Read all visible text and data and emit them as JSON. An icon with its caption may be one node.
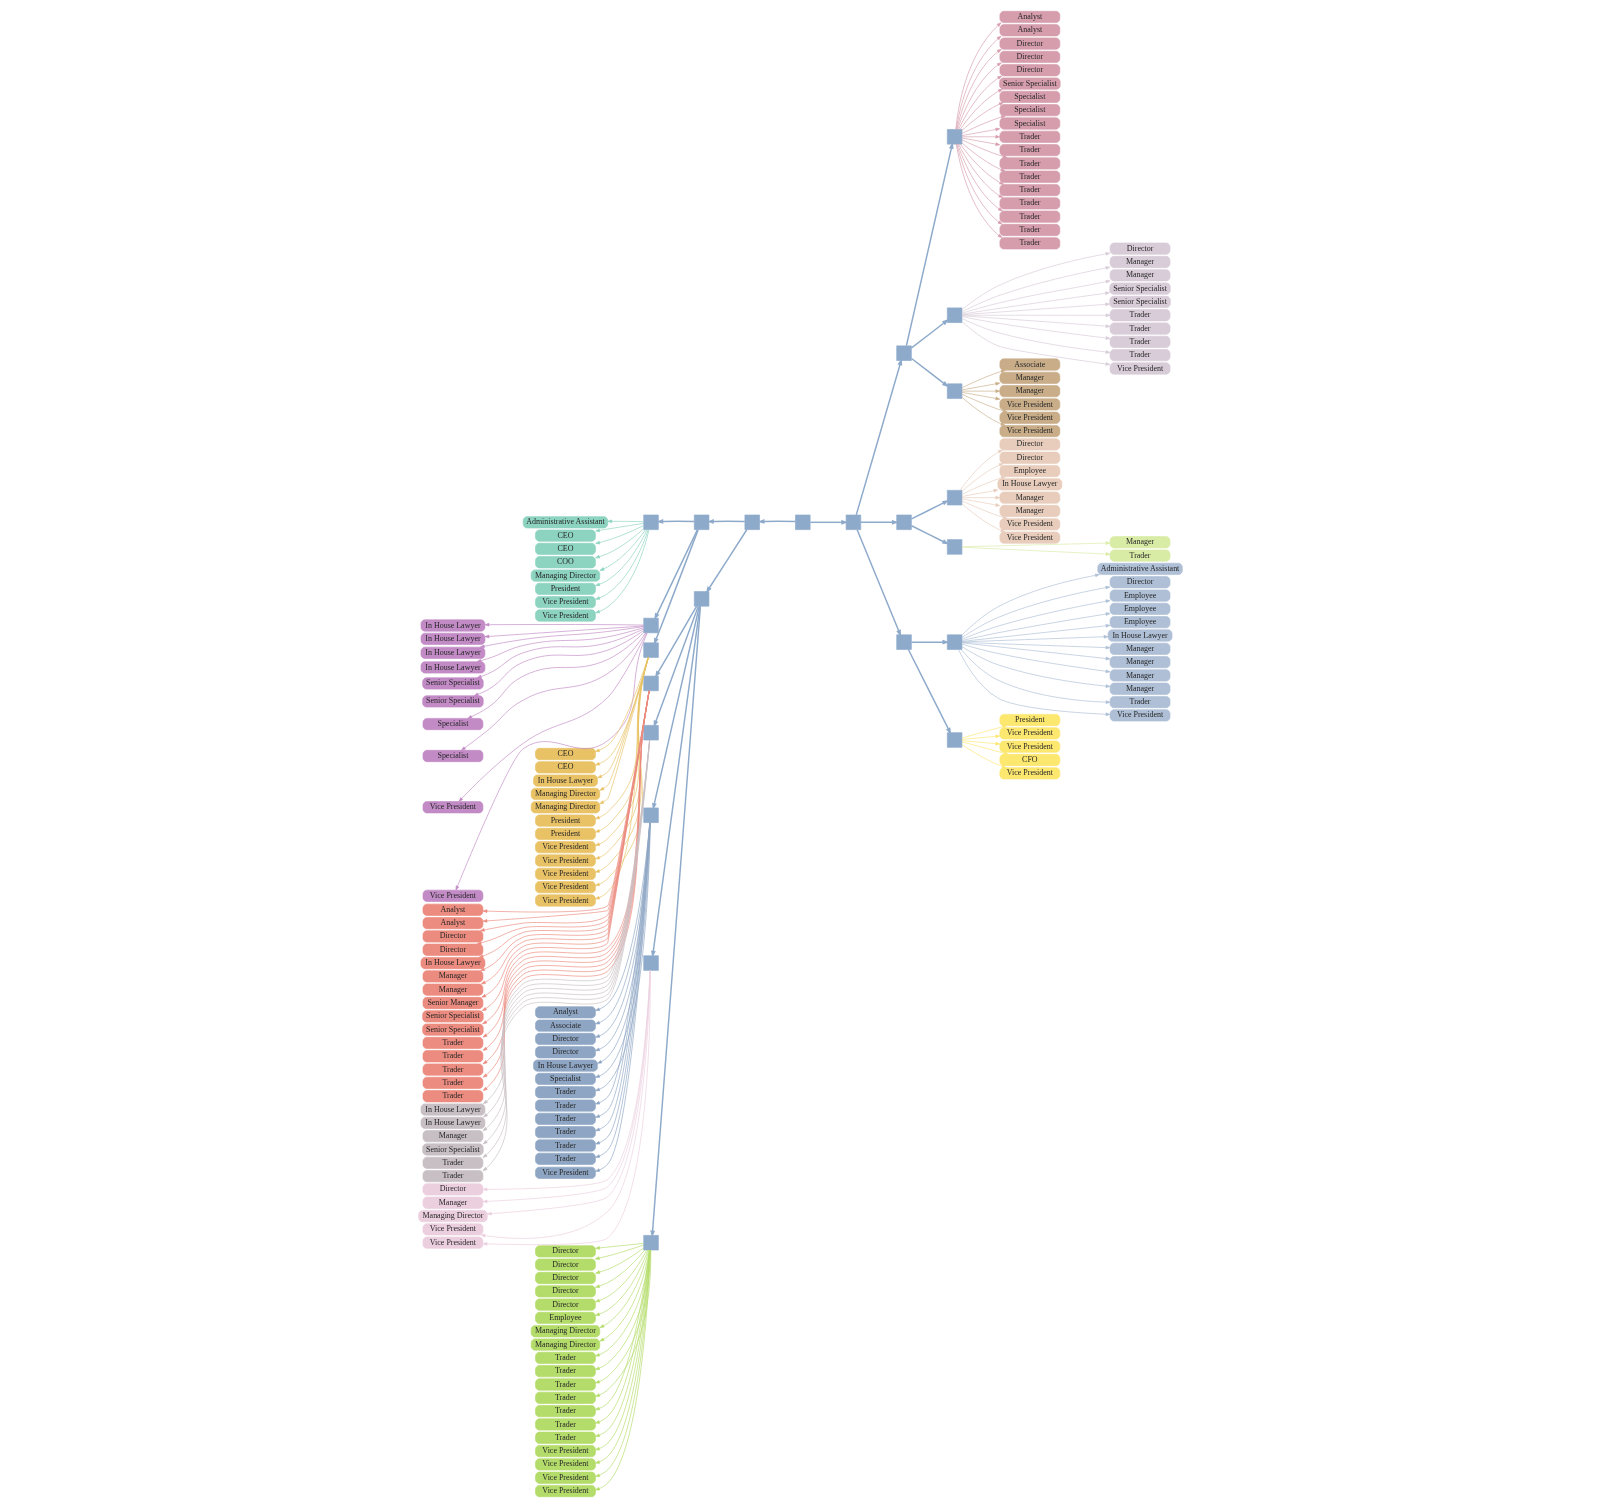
{
  "diagram": {
    "nodes": [
      {
        "text": [
          "Analyst"
        ]
      },
      {
        "text": [
          "Analyst"
        ]
      },
      {
        "text": [
          "Director"
        ]
      },
      {
        "text": [
          "Director"
        ]
      },
      {
        "text": [
          "Director"
        ]
      },
      {
        "text": [
          "Senior Specialist"
        ]
      },
      {
        "text": [
          "Specialist"
        ]
      },
      {
        "text": [
          "Specialist"
        ]
      },
      {
        "text": [
          "Specialist"
        ]
      },
      {
        "text": [
          "Trader"
        ]
      },
      {
        "text": [
          "Trader"
        ]
      },
      {
        "text": [
          "Trader"
        ]
      },
      {
        "text": [
          "Trader"
        ]
      },
      {
        "text": [
          "Trader"
        ]
      },
      {
        "text": [
          "Trader"
        ]
      },
      {
        "text": [
          "Trader"
        ]
      },
      {
        "text": [
          "Trader"
        ]
      },
      {
        "text": [
          "Trader"
        ]
      },
      {
        "text": [
          "Director"
        ]
      },
      {
        "text": [
          "Manager"
        ]
      },
      {
        "text": [
          "Manager"
        ]
      },
      {
        "text": [
          "Senior Specialist"
        ]
      },
      {
        "text": [
          "Senior Specialist"
        ]
      },
      {
        "text": [
          "Trader"
        ]
      },
      {
        "text": [
          "Trader"
        ]
      },
      {
        "text": [
          "Trader"
        ]
      },
      {
        "text": [
          "Trader"
        ]
      },
      {
        "text": [
          "Vice President"
        ]
      },
      {
        "text": [
          "Associate"
        ]
      },
      {
        "text": [
          "Manager"
        ]
      },
      {
        "text": [
          "Manager"
        ]
      },
      {
        "text": [
          "Vice President"
        ]
      },
      {
        "text": [
          "Vice President"
        ]
      },
      {
        "text": [
          "Vice President"
        ]
      },
      {
        "text": [
          "Administrative Assistant"
        ]
      },
      {
        "text": [
          "Director"
        ]
      },
      {
        "text": [
          "Employee"
        ]
      },
      {
        "text": [
          "Employee"
        ]
      },
      {
        "text": [
          "Employee"
        ]
      },
      {
        "text": [
          "In House Lawyer"
        ]
      },
      {
        "text": [
          "Manager"
        ]
      },
      {
        "text": [
          "Manager"
        ]
      },
      {
        "text": [
          "Manager"
        ]
      },
      {
        "text": [
          "Manager"
        ]
      },
      {
        "text": [
          "Trader"
        ]
      },
      {
        "text": [
          "Vice President"
        ]
      },
      {
        "text": [
          "President"
        ]
      },
      {
        "text": [
          "Vice President"
        ]
      },
      {
        "text": [
          "Vice President"
        ]
      },
      {
        "text": [
          "CFO"
        ]
      },
      {
        "text": [
          "Vice President"
        ]
      },
      {
        "text": [
          "Administrative Assistant"
        ]
      },
      {
        "text": [
          "CEO"
        ]
      },
      {
        "text": [
          "CEO"
        ]
      },
      {
        "text": [
          "COO"
        ]
      },
      {
        "text": [
          "Managing Director"
        ]
      },
      {
        "text": [
          "President"
        ]
      },
      {
        "text": [
          "Vice President"
        ]
      },
      {
        "text": [
          "Vice President"
        ]
      },
      {
        "text": [
          "In House Lawyer"
        ]
      },
      {
        "text": [
          "In House Lawyer"
        ]
      },
      {
        "text": [
          "In House Lawyer"
        ]
      },
      {
        "text": [
          "In House Lawyer"
        ]
      },
      {
        "text": [
          "Senior Specialist"
        ]
      },
      {
        "text": [
          "Senior Specialist"
        ]
      },
      {
        "text": [
          "Specialist"
        ]
      },
      {
        "text": [
          "Specialist"
        ]
      },
      {
        "text": [
          "Vice President"
        ]
      },
      {
        "text": [
          "Vice President"
        ]
      },
      {
        "text": [
          "CEO"
        ]
      },
      {
        "text": [
          "CEO"
        ]
      },
      {
        "text": [
          "In House Lawyer"
        ]
      },
      {
        "text": [
          "Managing Director"
        ]
      },
      {
        "text": [
          "Managing Director"
        ]
      },
      {
        "text": [
          "President"
        ]
      },
      {
        "text": [
          "President"
        ]
      },
      {
        "text": [
          "Vice President"
        ]
      },
      {
        "text": [
          "Vice President"
        ]
      },
      {
        "text": [
          "Vice President"
        ]
      },
      {
        "text": [
          "Vice President"
        ]
      },
      {
        "text": [
          "Vice President"
        ]
      },
      {
        "text": [
          "Analyst"
        ]
      },
      {
        "text": [
          "Analyst"
        ]
      },
      {
        "text": [
          "Director"
        ]
      },
      {
        "text": [
          "Director"
        ]
      },
      {
        "text": [
          "In House Lawyer"
        ]
      },
      {
        "text": [
          "Manager"
        ]
      },
      {
        "text": [
          "Manager"
        ]
      },
      {
        "text": [
          "Senior Manager"
        ]
      },
      {
        "text": [
          "Senior Specialist"
        ]
      },
      {
        "text": [
          "Senior Specialist"
        ]
      },
      {
        "text": [
          "Trader"
        ]
      },
      {
        "text": [
          "Trader"
        ]
      },
      {
        "text": [
          "Trader"
        ]
      },
      {
        "text": [
          "Trader"
        ]
      },
      {
        "text": [
          "Trader"
        ]
      },
      {
        "text": [
          "In House Lawyer"
        ]
      },
      {
        "text": [
          "In House Lawyer"
        ]
      },
      {
        "text": [
          "Manager"
        ]
      },
      {
        "text": [
          "Senior Specialist"
        ]
      },
      {
        "text": [
          "Trader"
        ]
      },
      {
        "text": [
          "Trader"
        ]
      },
      {
        "text": [
          "Analyst"
        ]
      },
      {
        "text": [
          "Associate"
        ]
      },
      {
        "text": [
          "Director"
        ]
      },
      {
        "text": [
          "Director"
        ]
      },
      {
        "text": [
          "In House Lawyer"
        ]
      },
      {
        "text": [
          "Specialist"
        ]
      },
      {
        "text": [
          "Trader"
        ]
      },
      {
        "text": [
          "Trader"
        ]
      },
      {
        "text": [
          "Trader"
        ]
      },
      {
        "text": [
          "Trader"
        ]
      },
      {
        "text": [
          "Trader"
        ]
      },
      {
        "text": [
          "Trader"
        ]
      },
      {
        "text": [
          "Vice President"
        ]
      },
      {
        "text": [
          "Director"
        ]
      },
      {
        "text": [
          "Manager"
        ]
      },
      {
        "text": [
          "Managing Director"
        ]
      },
      {
        "text": [
          "Vice President"
        ]
      },
      {
        "text": [
          "Vice President"
        ]
      },
      {
        "text": [
          "Director"
        ]
      },
      {
        "text": [
          "Director"
        ]
      },
      {
        "text": [
          "Director"
        ]
      },
      {
        "text": [
          "Director"
        ]
      },
      {
        "text": [
          "Director"
        ]
      },
      {
        "text": [
          "Employee"
        ]
      },
      {
        "text": [
          "Managing Director"
        ]
      },
      {
        "text": [
          "Managing Director"
        ]
      },
      {
        "text": [
          "Trader"
        ]
      },
      {
        "text": [
          "Trader"
        ]
      },
      {
        "text": [
          "Trader"
        ]
      },
      {
        "text": [
          "Trader"
        ]
      },
      {
        "text": [
          "Trader"
        ]
      },
      {
        "text": [
          "Trader"
        ]
      },
      {
        "text": [
          "Trader"
        ]
      },
      {
        "text": [
          "Vice President"
        ]
      },
      {
        "text": [
          "Vice President"
        ]
      },
      {
        "text": [
          "Vice President"
        ]
      },
      {
        "text": [
          "Vice President"
        ]
      },
      {
        "text": [
          "Director"
        ]
      },
      {
        "text": [
          "Director"
        ]
      },
      {
        "text": [
          "Employee"
        ]
      },
      {
        "text": [
          "In House Lawyer"
        ]
      },
      {
        "text": [
          "Manager"
        ]
      },
      {
        "text": [
          "Manager"
        ]
      },
      {
        "text": [
          "Vice President"
        ]
      },
      {
        "text": [
          "Vice President"
        ]
      },
      {
        "text": [
          "Manager"
        ]
      },
      {
        "text": [
          "Trader"
        ]
      },
      {
        "text": [],
        "shape": "box"
      },
      {
        "text": [],
        "shape": "box"
      },
      {
        "text": [],
        "shape": "box"
      },
      {
        "text": [],
        "shape": "box"
      },
      {
        "text": [],
        "shape": "box"
      },
      {
        "text": [],
        "shape": "box"
      },
      {
        "text": [],
        "shape": "box"
      },
      {
        "text": [],
        "shape": "box"
      },
      {
        "text": [],
        "shape": "box"
      },
      {
        "text": [],
        "shape": "box"
      },
      {
        "text": [],
        "shape": "box"
      },
      {
        "text": [],
        "shape": "box"
      },
      {
        "text": [],
        "shape": "box"
      },
      {
        "text": [],
        "shape": "box"
      },
      {
        "text": [],
        "shape": "box"
      },
      {
        "text": [],
        "shape": "box"
      },
      {
        "text": [],
        "shape": "box"
      },
      {
        "text": [],
        "shape": "box"
      },
      {
        "text": [],
        "shape": "box"
      },
      {
        "text": [],
        "shape": "box"
      },
      {
        "text": [],
        "shape": "box"
      },
      {
        "text": [],
        "shape": "box"
      },
      {
        "text": [],
        "shape": "box"
      }
    ],
    "edges": [
      {
        "from": 149,
        "to": 150,
        "arrow": "to"
      },
      {
        "from": 149,
        "to": 151,
        "arrow": "to"
      },
      {
        "from": 150,
        "to": 152,
        "arrow": "to"
      },
      {
        "from": 150,
        "to": 153,
        "arrow": "to"
      },
      {
        "from": 150,
        "to": 154,
        "arrow": "to"
      },
      {
        "from": 152,
        "to": 157,
        "arrow": "to"
      },
      {
        "from": 152,
        "to": 158,
        "arrow": "to"
      },
      {
        "from": 152,
        "to": 159,
        "arrow": "to"
      },
      {
        "from": 153,
        "to": 171,
        "arrow": "to"
      },
      {
        "from": 153,
        "to": 170,
        "arrow": "to"
      },
      {
        "from": 154,
        "to": 160,
        "arrow": "to"
      },
      {
        "from": 154,
        "to": 161,
        "arrow": "to"
      },
      {
        "from": 151,
        "to": 155,
        "arrow": "to"
      },
      {
        "from": 151,
        "to": 156,
        "arrow": "to"
      },
      {
        "from": 155,
        "to": 162,
        "arrow": "to"
      },
      {
        "from": 155,
        "to": 163,
        "arrow": "to"
      },
      {
        "from": 155,
        "to": 164,
        "arrow": "to"
      },
      {
        "from": 156,
        "to": 168,
        "arrow": "to"
      },
      {
        "from": 156,
        "to": 167,
        "arrow": "to"
      },
      {
        "from": 156,
        "to": 166,
        "arrow": "to"
      },
      {
        "from": 156,
        "to": 165,
        "arrow": "to"
      },
      {
        "from": 156,
        "to": 169,
        "arrow": "to"
      },
      {
        "from": 157,
        "to": 0,
        "arrow": "to",
        "color": "#d69dad"
      },
      {
        "from": 157,
        "to": 1,
        "arrow": "to",
        "color": "#d69dad"
      },
      {
        "from": 157,
        "to": 2,
        "arrow": "to",
        "color": "#d69dad"
      },
      {
        "from": 157,
        "to": 3,
        "arrow": "to",
        "color": "#d69dad"
      },
      {
        "from": 157,
        "to": 4,
        "arrow": "to",
        "color": "#d69dad"
      },
      {
        "from": 157,
        "to": 5,
        "arrow": "to",
        "color": "#d69dad"
      },
      {
        "from": 157,
        "to": 6,
        "arrow": "to",
        "color": "#d69dad"
      },
      {
        "from": 157,
        "to": 7,
        "arrow": "to",
        "color": "#d69dad"
      },
      {
        "from": 157,
        "to": 8,
        "arrow": "to",
        "color": "#d69dad"
      },
      {
        "from": 157,
        "to": 9,
        "arrow": "to",
        "color": "#d69dad"
      },
      {
        "from": 157,
        "to": 10,
        "arrow": "to",
        "color": "#d69dad"
      },
      {
        "from": 157,
        "to": 11,
        "arrow": "to",
        "color": "#d69dad"
      },
      {
        "from": 157,
        "to": 12,
        "arrow": "to",
        "color": "#d69dad"
      },
      {
        "from": 157,
        "to": 13,
        "arrow": "to",
        "color": "#d69dad"
      },
      {
        "from": 157,
        "to": 14,
        "arrow": "to",
        "color": "#d69dad"
      },
      {
        "from": 157,
        "to": 15,
        "arrow": "to",
        "color": "#d69dad"
      },
      {
        "from": 157,
        "to": 16,
        "arrow": "to",
        "color": "#d69dad"
      },
      {
        "from": 157,
        "to": 17,
        "arrow": "to",
        "color": "#d69dad"
      },
      {
        "from": 158,
        "to": 18,
        "arrow": "to",
        "color": "#d8ccd8"
      },
      {
        "from": 158,
        "to": 19,
        "arrow": "to",
        "color": "#d8ccd8"
      },
      {
        "from": 158,
        "to": 20,
        "arrow": "to",
        "color": "#d8ccd8"
      },
      {
        "from": 158,
        "to": 21,
        "arrow": "to",
        "color": "#d8ccd8"
      },
      {
        "from": 158,
        "to": 22,
        "arrow": "to",
        "color": "#d8ccd8"
      },
      {
        "from": 158,
        "to": 23,
        "arrow": "to",
        "color": "#d8ccd8"
      },
      {
        "from": 158,
        "to": 24,
        "arrow": "to",
        "color": "#d8ccd8"
      },
      {
        "from": 158,
        "to": 25,
        "arrow": "to",
        "color": "#d8ccd8"
      },
      {
        "from": 158,
        "to": 26,
        "arrow": "to",
        "color": "#d8ccd8"
      },
      {
        "from": 158,
        "to": 27,
        "arrow": "to",
        "color": "#d8ccd8"
      },
      {
        "from": 159,
        "to": 28,
        "arrow": "to",
        "color": "#c9ad89"
      },
      {
        "from": 159,
        "to": 29,
        "arrow": "to",
        "color": "#c9ad89"
      },
      {
        "from": 159,
        "to": 30,
        "arrow": "to",
        "color": "#c9ad89"
      },
      {
        "from": 159,
        "to": 31,
        "arrow": "to",
        "color": "#c9ad89"
      },
      {
        "from": 159,
        "to": 32,
        "arrow": "to",
        "color": "#c9ad89"
      },
      {
        "from": 159,
        "to": 33,
        "arrow": "to",
        "color": "#c9ad89"
      },
      {
        "from": 160,
        "to": 34,
        "arrow": "to",
        "color": "#aebfd6"
      },
      {
        "from": 160,
        "to": 35,
        "arrow": "to",
        "color": "#aebfd6"
      },
      {
        "from": 160,
        "to": 36,
        "arrow": "to",
        "color": "#aebfd6"
      },
      {
        "from": 160,
        "to": 37,
        "arrow": "to",
        "color": "#aebfd6"
      },
      {
        "from": 160,
        "to": 38,
        "arrow": "to",
        "color": "#aebfd6"
      },
      {
        "from": 160,
        "to": 39,
        "arrow": "to",
        "color": "#aebfd6"
      },
      {
        "from": 160,
        "to": 40,
        "arrow": "to",
        "color": "#aebfd6"
      },
      {
        "from": 160,
        "to": 41,
        "arrow": "to",
        "color": "#aebfd6"
      },
      {
        "from": 160,
        "to": 42,
        "arrow": "to",
        "color": "#aebfd6"
      },
      {
        "from": 160,
        "to": 43,
        "arrow": "to",
        "color": "#aebfd6"
      },
      {
        "from": 160,
        "to": 44,
        "arrow": "to",
        "color": "#aebfd6"
      },
      {
        "from": 160,
        "to": 45,
        "arrow": "to",
        "color": "#aebfd6"
      },
      {
        "from": 161,
        "to": 46,
        "arrow": "to",
        "color": "#fce76f"
      },
      {
        "from": 161,
        "to": 47,
        "arrow": "to",
        "color": "#fce76f"
      },
      {
        "from": 161,
        "to": 48,
        "arrow": "to",
        "color": "#fce76f"
      },
      {
        "from": 161,
        "to": 49,
        "arrow": "to",
        "color": "#fce76f"
      },
      {
        "from": 161,
        "to": 50,
        "arrow": "to",
        "color": "#fce76f"
      },
      {
        "from": 162,
        "to": 51,
        "arrow": "to",
        "color": "#8cd3c0"
      },
      {
        "from": 162,
        "to": 52,
        "arrow": "to",
        "color": "#8cd3c0"
      },
      {
        "from": 162,
        "to": 53,
        "arrow": "to",
        "color": "#8cd3c0"
      },
      {
        "from": 162,
        "to": 54,
        "arrow": "to",
        "color": "#8cd3c0"
      },
      {
        "from": 162,
        "to": 55,
        "arrow": "to",
        "color": "#8cd3c0"
      },
      {
        "from": 162,
        "to": 56,
        "arrow": "to",
        "color": "#8cd3c0"
      },
      {
        "from": 162,
        "to": 57,
        "arrow": "to",
        "color": "#8cd3c0"
      },
      {
        "from": 162,
        "to": 58,
        "arrow": "to",
        "color": "#8cd3c0"
      },
      {
        "from": 163,
        "to": 59,
        "arrow": "to",
        "color": "#c28bc6"
      },
      {
        "from": 163,
        "to": 60,
        "arrow": "to",
        "color": "#c28bc6"
      },
      {
        "from": 163,
        "to": 61,
        "arrow": "to",
        "color": "#c28bc6"
      },
      {
        "from": 163,
        "to": 62,
        "arrow": "to",
        "color": "#c28bc6"
      },
      {
        "from": 163,
        "to": 63,
        "arrow": "to",
        "color": "#c28bc6"
      },
      {
        "from": 163,
        "to": 64,
        "arrow": "to",
        "color": "#c28bc6"
      },
      {
        "from": 163,
        "to": 65,
        "arrow": "to",
        "color": "#c28bc6"
      },
      {
        "from": 163,
        "to": 66,
        "arrow": "to",
        "color": "#c28bc6"
      },
      {
        "from": 163,
        "to": 67,
        "arrow": "to",
        "color": "#c28bc6"
      },
      {
        "from": 163,
        "to": 68,
        "arrow": "to",
        "color": "#c28bc6"
      },
      {
        "from": 164,
        "to": 69,
        "arrow": "to",
        "color": "#e9c266"
      },
      {
        "from": 164,
        "to": 70,
        "arrow": "to",
        "color": "#e9c266"
      },
      {
        "from": 164,
        "to": 71,
        "arrow": "to",
        "color": "#e9c266"
      },
      {
        "from": 164,
        "to": 72,
        "arrow": "to",
        "color": "#e9c266"
      },
      {
        "from": 164,
        "to": 73,
        "arrow": "to",
        "color": "#e9c266"
      },
      {
        "from": 164,
        "to": 74,
        "arrow": "to",
        "color": "#e9c266"
      },
      {
        "from": 164,
        "to": 75,
        "arrow": "to",
        "color": "#e9c266"
      },
      {
        "from": 164,
        "to": 76,
        "arrow": "to",
        "color": "#e9c266"
      },
      {
        "from": 164,
        "to": 77,
        "arrow": "to",
        "color": "#e9c266"
      },
      {
        "from": 164,
        "to": 78,
        "arrow": "to",
        "color": "#e9c266"
      },
      {
        "from": 164,
        "to": 79,
        "arrow": "to",
        "color": "#e9c266"
      },
      {
        "from": 164,
        "to": 80,
        "arrow": "to",
        "color": "#e9c266"
      },
      {
        "from": 165,
        "to": 81,
        "arrow": "to",
        "color": "#ec8b7f"
      },
      {
        "from": 165,
        "to": 82,
        "arrow": "to",
        "color": "#ec8b7f"
      },
      {
        "from": 165,
        "to": 83,
        "arrow": "to",
        "color": "#ec8b7f"
      },
      {
        "from": 165,
        "to": 84,
        "arrow": "to",
        "color": "#ec8b7f"
      },
      {
        "from": 165,
        "to": 85,
        "arrow": "to",
        "color": "#ec8b7f"
      },
      {
        "from": 165,
        "to": 86,
        "arrow": "to",
        "color": "#ec8b7f"
      },
      {
        "from": 165,
        "to": 87,
        "arrow": "to",
        "color": "#ec8b7f"
      },
      {
        "from": 165,
        "to": 88,
        "arrow": "to",
        "color": "#ec8b7f"
      },
      {
        "from": 165,
        "to": 89,
        "arrow": "to",
        "color": "#ec8b7f"
      },
      {
        "from": 165,
        "to": 90,
        "arrow": "to",
        "color": "#ec8b7f"
      },
      {
        "from": 165,
        "to": 91,
        "arrow": "to",
        "color": "#ec8b7f"
      },
      {
        "from": 165,
        "to": 92,
        "arrow": "to",
        "color": "#ec8b7f"
      },
      {
        "from": 165,
        "to": 93,
        "arrow": "to",
        "color": "#ec8b7f"
      },
      {
        "from": 165,
        "to": 94,
        "arrow": "to",
        "color": "#ec8b7f"
      },
      {
        "from": 165,
        "to": 95,
        "arrow": "to",
        "color": "#ec8b7f"
      },
      {
        "from": 166,
        "to": 96,
        "arrow": "to",
        "color": "#c8bfc4"
      },
      {
        "from": 166,
        "to": 97,
        "arrow": "to",
        "color": "#c8bfc4"
      },
      {
        "from": 166,
        "to": 98,
        "arrow": "to",
        "color": "#c8bfc4"
      },
      {
        "from": 166,
        "to": 99,
        "arrow": "to",
        "color": "#c8bfc4"
      },
      {
        "from": 166,
        "to": 100,
        "arrow": "to",
        "color": "#c8bfc4"
      },
      {
        "from": 166,
        "to": 101,
        "arrow": "to",
        "color": "#c8bfc4"
      },
      {
        "from": 167,
        "to": 102,
        "arrow": "to",
        "color": "#8ea6c4"
      },
      {
        "from": 167,
        "to": 103,
        "arrow": "to",
        "color": "#8ea6c4"
      },
      {
        "from": 167,
        "to": 104,
        "arrow": "to",
        "color": "#8ea6c4"
      },
      {
        "from": 167,
        "to": 105,
        "arrow": "to",
        "color": "#8ea6c4"
      },
      {
        "from": 167,
        "to": 106,
        "arrow": "to",
        "color": "#8ea6c4"
      },
      {
        "from": 167,
        "to": 107,
        "arrow": "to",
        "color": "#8ea6c4"
      },
      {
        "from": 167,
        "to": 108,
        "arrow": "to",
        "color": "#8ea6c4"
      },
      {
        "from": 167,
        "to": 109,
        "arrow": "to",
        "color": "#8ea6c4"
      },
      {
        "from": 167,
        "to": 110,
        "arrow": "to",
        "color": "#8ea6c4"
      },
      {
        "from": 167,
        "to": 111,
        "arrow": "to",
        "color": "#8ea6c4"
      },
      {
        "from": 167,
        "to": 112,
        "arrow": "to",
        "color": "#8ea6c4"
      },
      {
        "from": 167,
        "to": 113,
        "arrow": "to",
        "color": "#8ea6c4"
      },
      {
        "from": 167,
        "to": 114,
        "arrow": "to",
        "color": "#8ea6c4"
      },
      {
        "from": 168,
        "to": 115,
        "arrow": "to",
        "color": "#eccfdf"
      },
      {
        "from": 168,
        "to": 116,
        "arrow": "to",
        "color": "#eccfdf"
      },
      {
        "from": 168,
        "to": 117,
        "arrow": "to",
        "color": "#eccfdf"
      },
      {
        "from": 168,
        "to": 118,
        "arrow": "to",
        "color": "#eccfdf"
      },
      {
        "from": 168,
        "to": 119,
        "arrow": "to",
        "color": "#eccfdf"
      },
      {
        "from": 169,
        "to": 120,
        "arrow": "to",
        "color": "#b4dc6a"
      },
      {
        "from": 169,
        "to": 121,
        "arrow": "to",
        "color": "#b4dc6a"
      },
      {
        "from": 169,
        "to": 122,
        "arrow": "to",
        "color": "#b4dc6a"
      },
      {
        "from": 169,
        "to": 123,
        "arrow": "to",
        "color": "#b4dc6a"
      },
      {
        "from": 169,
        "to": 124,
        "arrow": "to",
        "color": "#b4dc6a"
      },
      {
        "from": 169,
        "to": 125,
        "arrow": "to",
        "color": "#b4dc6a"
      },
      {
        "from": 169,
        "to": 126,
        "arrow": "to",
        "color": "#b4dc6a"
      },
      {
        "from": 169,
        "to": 127,
        "arrow": "to",
        "color": "#b4dc6a"
      },
      {
        "from": 169,
        "to": 128,
        "arrow": "to",
        "color": "#b4dc6a"
      },
      {
        "from": 169,
        "to": 129,
        "arrow": "to",
        "color": "#b4dc6a"
      },
      {
        "from": 169,
        "to": 130,
        "arrow": "to",
        "color": "#b4dc6a"
      },
      {
        "from": 169,
        "to": 131,
        "arrow": "to",
        "color": "#b4dc6a"
      },
      {
        "from": 169,
        "to": 132,
        "arrow": "to",
        "color": "#b4dc6a"
      },
      {
        "from": 169,
        "to": 133,
        "arrow": "to",
        "color": "#b4dc6a"
      },
      {
        "from": 169,
        "to": 134,
        "arrow": "to",
        "color": "#b4dc6a"
      },
      {
        "from": 169,
        "to": 135,
        "arrow": "to",
        "color": "#b4dc6a"
      },
      {
        "from": 169,
        "to": 136,
        "arrow": "to",
        "color": "#b4dc6a"
      },
      {
        "from": 169,
        "to": 137,
        "arrow": "to",
        "color": "#b4dc6a"
      },
      {
        "from": 169,
        "to": 138,
        "arrow": "to",
        "color": "#b4dc6a"
      },
      {
        "from": 170,
        "to": 139,
        "arrow": "to",
        "color": "#e8cdbc"
      },
      {
        "from": 170,
        "to": 140,
        "arrow": "to",
        "color": "#e8cdbc"
      },
      {
        "from": 170,
        "to": 141,
        "arrow": "to",
        "color": "#e8cdbc"
      },
      {
        "from": 170,
        "to": 142,
        "arrow": "to",
        "color": "#e8cdbc"
      },
      {
        "from": 170,
        "to": 143,
        "arrow": "to",
        "color": "#e8cdbc"
      },
      {
        "from": 170,
        "to": 144,
        "arrow": "to",
        "color": "#e8cdbc"
      },
      {
        "from": 170,
        "to": 145,
        "arrow": "to",
        "color": "#e8cdbc"
      },
      {
        "from": 170,
        "to": 146,
        "arrow": "to",
        "color": "#e8cdbc"
      },
      {
        "from": 171,
        "to": 147,
        "arrow": "to",
        "color": "#d9eca6"
      },
      {
        "from": 171,
        "to": 148,
        "arrow": "to",
        "color": "#d9eca6"
      }
    ]
  }
}
